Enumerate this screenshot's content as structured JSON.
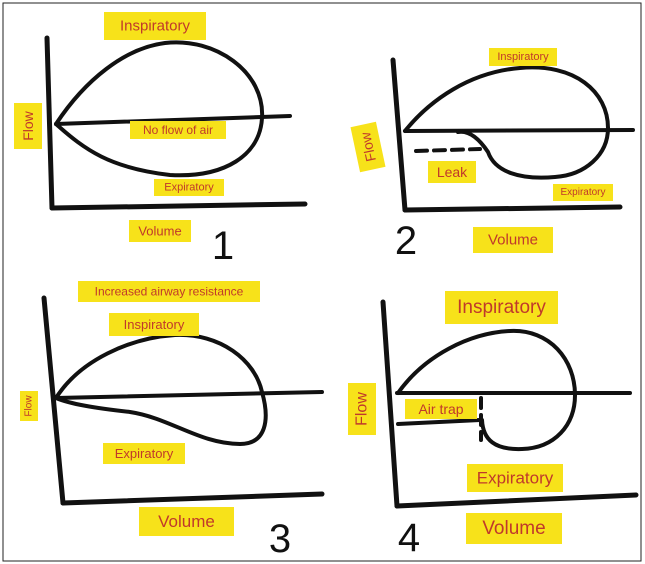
{
  "panels": [
    {
      "number": "1",
      "labels": {
        "inspiratory": "Inspiratory",
        "flow": "Flow",
        "note": "No flow of air",
        "expiratory": "Expiratory",
        "volume": "Volume"
      }
    },
    {
      "number": "2",
      "labels": {
        "inspiratory": "Inspiratory",
        "flow": "Flow",
        "leak": "Leak",
        "expiratory": "Expiratory",
        "volume": "Volume"
      }
    },
    {
      "number": "3",
      "labels": {
        "title": "Increased airway resistance",
        "inspiratory": "Inspiratory",
        "flow": "Flow",
        "expiratory": "Expiratory",
        "volume": "Volume"
      }
    },
    {
      "number": "4",
      "labels": {
        "inspiratory": "Inspiratory",
        "flow": "Flow",
        "air_trap": "Air trap",
        "expiratory": "Expiratory",
        "volume": "Volume"
      }
    }
  ],
  "colors": {
    "label_box": "#f7e21a",
    "label_text": "#c0392b",
    "ink": "#111111"
  }
}
